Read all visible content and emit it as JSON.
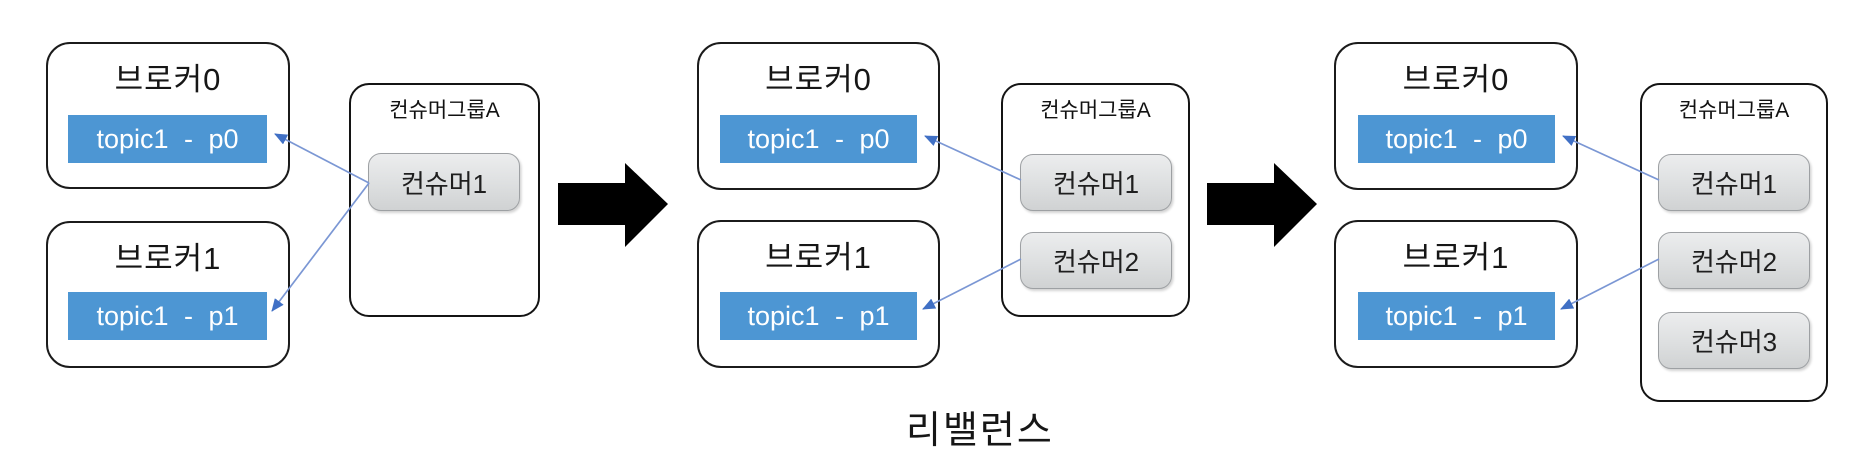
{
  "caption": "리밸런스",
  "colors": {
    "partition_fill": "#4D96D3",
    "partition_text": "#FFFFFF",
    "connector_line": "#7B97D4",
    "connector_head": "#4070C5",
    "flow_arrow": "#000000",
    "box_border": "#1B1B1B",
    "consumer_fill": "#DDDFE0",
    "consumer_border": "#9DA0A3"
  },
  "panels": [
    {
      "stage": "one-consumer",
      "brokers": [
        {
          "title": "브로커0",
          "partition": "topic1 - p0"
        },
        {
          "title": "브로커1",
          "partition": "topic1 - p1"
        }
      ],
      "group": {
        "title": "컨슈머그룹A",
        "consumers": [
          {
            "label": "컨슈머1"
          }
        ]
      }
    },
    {
      "stage": "two-consumers",
      "brokers": [
        {
          "title": "브로커0",
          "partition": "topic1 - p0"
        },
        {
          "title": "브로커1",
          "partition": "topic1 - p1"
        }
      ],
      "group": {
        "title": "컨슈머그룹A",
        "consumers": [
          {
            "label": "컨슈머1"
          },
          {
            "label": "컨슈머2"
          }
        ]
      }
    },
    {
      "stage": "three-consumers",
      "brokers": [
        {
          "title": "브로커0",
          "partition": "topic1 - p0"
        },
        {
          "title": "브로커1",
          "partition": "topic1 - p1"
        }
      ],
      "group": {
        "title": "컨슈머그룹A",
        "consumers": [
          {
            "label": "컨슈머1"
          },
          {
            "label": "컨슈머2"
          },
          {
            "label": "컨슈머3"
          }
        ]
      }
    }
  ]
}
